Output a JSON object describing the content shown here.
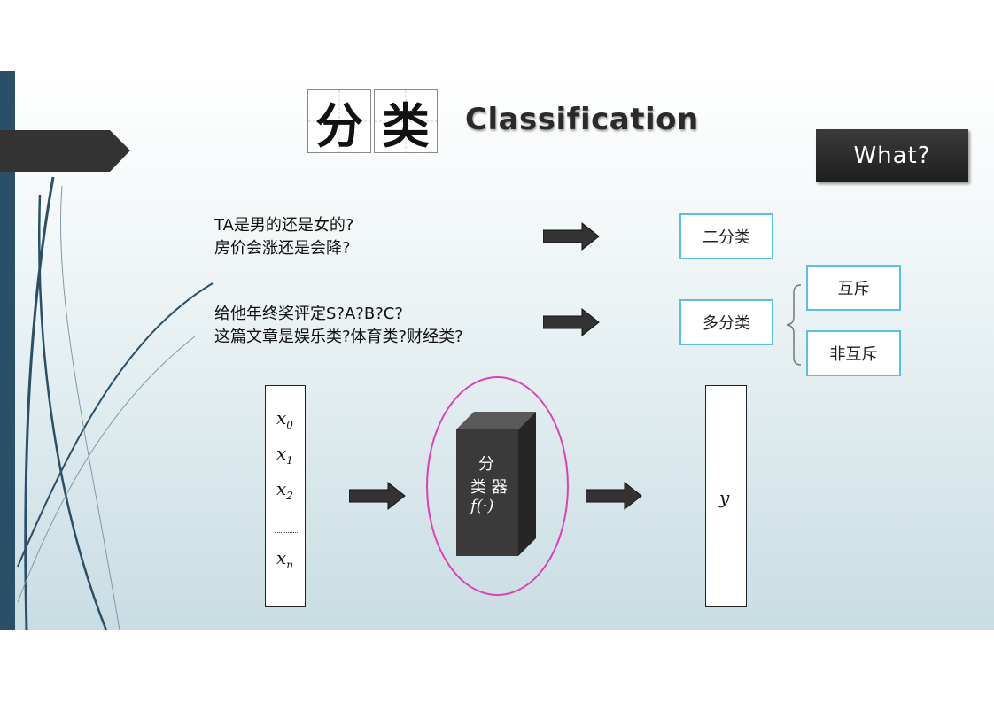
{
  "title": {
    "char1": "分",
    "char2": "类",
    "english": "Classification"
  },
  "what_label": "What?",
  "questions": {
    "binary_line1": "TA是男的还是女的?",
    "binary_line2": "房价会涨还是会降?",
    "multi_line1": "给他年终奖评定S?A?B?C?",
    "multi_line2": "这篇文章是娱乐类?体育类?财经类?"
  },
  "categories": {
    "binary": "二分类",
    "multi": "多分类",
    "exclusive": "互斥",
    "non_exclusive": "非互斥"
  },
  "model": {
    "inputs": [
      "x",
      "x",
      "x",
      "x"
    ],
    "input_subscripts": [
      "0",
      "1",
      "2",
      "n"
    ],
    "classifier_line1": "分",
    "classifier_line2": "类 器",
    "classifier_fn": "f(·)",
    "output": "y"
  },
  "colors": {
    "left_bar": "#2b4f66",
    "category_border": "#5bc0de",
    "ellipse": "#e040b0",
    "arrow": "#333333"
  }
}
